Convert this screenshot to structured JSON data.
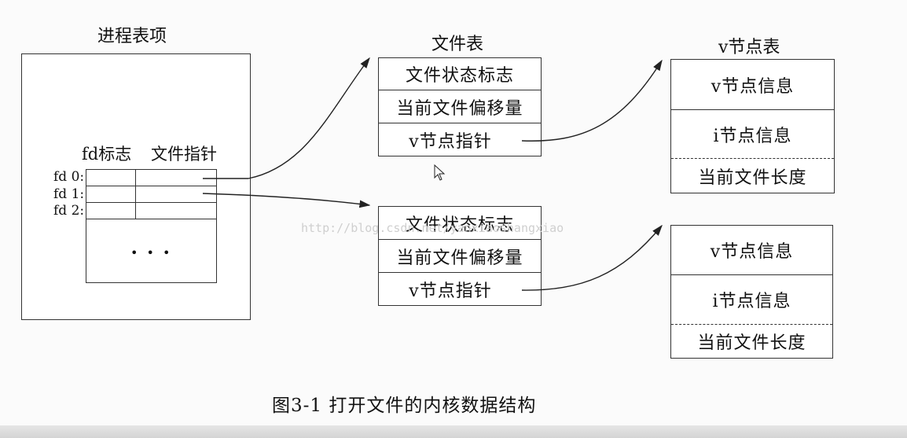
{
  "process_table": {
    "title": "进程表项",
    "col_fd_flags": "fd标志",
    "col_file_pointer": "文件指针",
    "rows": [
      "fd 0:",
      "fd 1:",
      "fd 2:"
    ],
    "ellipsis": "• • •"
  },
  "file_table": {
    "title": "文件表",
    "entries": [
      {
        "status_flags": "文件状态标志",
        "offset": "当前文件偏移量",
        "vnode_ptr": "v节点指针"
      },
      {
        "status_flags": "文件状态标志",
        "offset": "当前文件偏移量",
        "vnode_ptr": "v节点指针"
      }
    ]
  },
  "vnode_table": {
    "title": "v节点表",
    "entries": [
      {
        "vnode_info": "v节点信息",
        "inode_info": "i节点信息",
        "file_size": "当前文件长度"
      },
      {
        "vnode_info": "v节点信息",
        "inode_info": "i节点信息",
        "file_size": "当前文件长度"
      }
    ]
  },
  "watermark": "http://blog.csdn.net/yanxiaoshangxiao",
  "caption": "图3-1   打开文件的内核数据结构"
}
